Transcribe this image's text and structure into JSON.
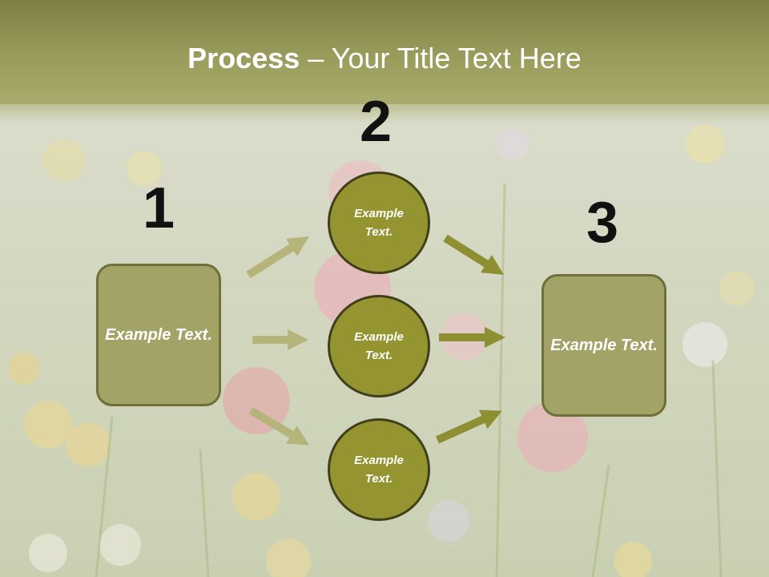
{
  "title": {
    "bold": "Process",
    "rest": " – Your Title Text Here"
  },
  "steps": [
    {
      "number": "1",
      "text": "Example Text."
    },
    {
      "number": "2",
      "items": [
        "Example Text.",
        "Example Text.",
        "Example Text."
      ]
    },
    {
      "number": "3",
      "text": "Example Text."
    }
  ],
  "colors": {
    "header": "#8b8d50",
    "box_fill": "#a3a368",
    "circle_fill": "#949530",
    "arrow_light": "#b5b47a",
    "arrow_dark": "#8e8e33"
  }
}
